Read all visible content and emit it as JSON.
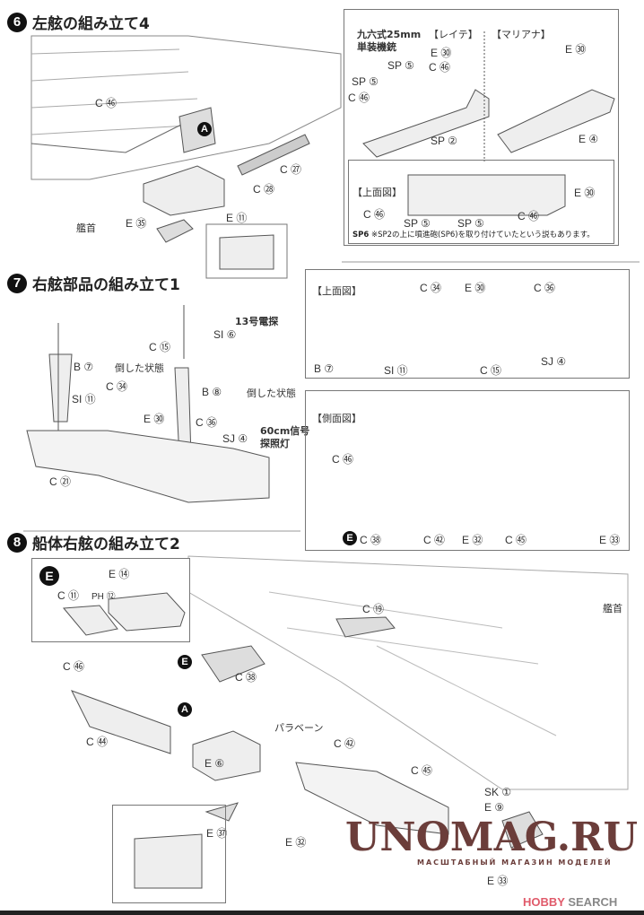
{
  "step6": {
    "number": "6",
    "title": "左舷の組み立て4",
    "labels": [
      "C ㊻",
      "C ㉗",
      "C ㉘",
      "E ⑪",
      "E ㉟",
      "艦首"
    ],
    "marker_a": "A",
    "inset": {
      "gun_name_1": "九六式25mm",
      "gun_name_2": "単装機銃",
      "leyte": "【レイテ】",
      "marianas": "【マリアナ】",
      "labels": [
        "E ㉚",
        "SP ⑤",
        "C ㊻",
        "SP ⑤",
        "C ㊻",
        "SP ②",
        "E ㉚",
        "E ④"
      ],
      "top_view": "【上面図】",
      "top_labels": [
        "E ㉚",
        "C ㊻",
        "SP ⑤",
        "SP ⑤",
        "C ㊻"
      ],
      "note_part": "SP6",
      "note_text": "※SP2の上に噴進砲(SP6)を取り付けていたという説もあります。"
    }
  },
  "step7": {
    "number": "7",
    "title": "右舷部品の組み立て1",
    "labels": [
      "13号電探",
      "SI ⑥",
      "C ⑮",
      "B ⑦",
      "倒した状態",
      "B ⑧",
      "倒した状態",
      "SI ⑪",
      "C ㉞",
      "E ㉚",
      "C ㊱",
      "SJ ④",
      "60cm信号",
      "探照灯",
      "C ㉑"
    ],
    "top_view": {
      "title": "【上面図】",
      "labels": [
        "C ㉞",
        "E ㉚",
        "C ㊱",
        "B ⑦",
        "SI ⑪",
        "C ⑮",
        "SJ ④"
      ]
    },
    "side_view": {
      "title": "【側面図】",
      "labels": [
        "C ㊻",
        "C ㊳",
        "C ㊷",
        "E ㉜",
        "C ㊺",
        "E ㉝"
      ],
      "marker_e": "E"
    }
  },
  "step8": {
    "number": "8",
    "title": "船体右舷の組み立て2",
    "inset": {
      "marker_e": "E",
      "labels": [
        "E ⑭",
        "C ⑪",
        "PH ⑫"
      ]
    },
    "labels": [
      "C ⑲",
      "艦首",
      "C ㊻",
      "C ㊳",
      "C ㊹",
      "パラベーン",
      "C ㊷",
      "C ㊺",
      "E ⑥",
      "SK ①",
      "E ⑨",
      "E ㊲",
      "E ㉜",
      "E ㉝"
    ],
    "marker_a": "A",
    "marker_e": "E"
  },
  "watermark": {
    "title": "UNOMAG.RU",
    "subtitle": "МАСШТАБНЫЙ МАГАЗИН МОДЕЛЕЙ",
    "brand_a": "HOBBY",
    "brand_b": "SEARCH",
    "color": "#6b3d3a"
  }
}
